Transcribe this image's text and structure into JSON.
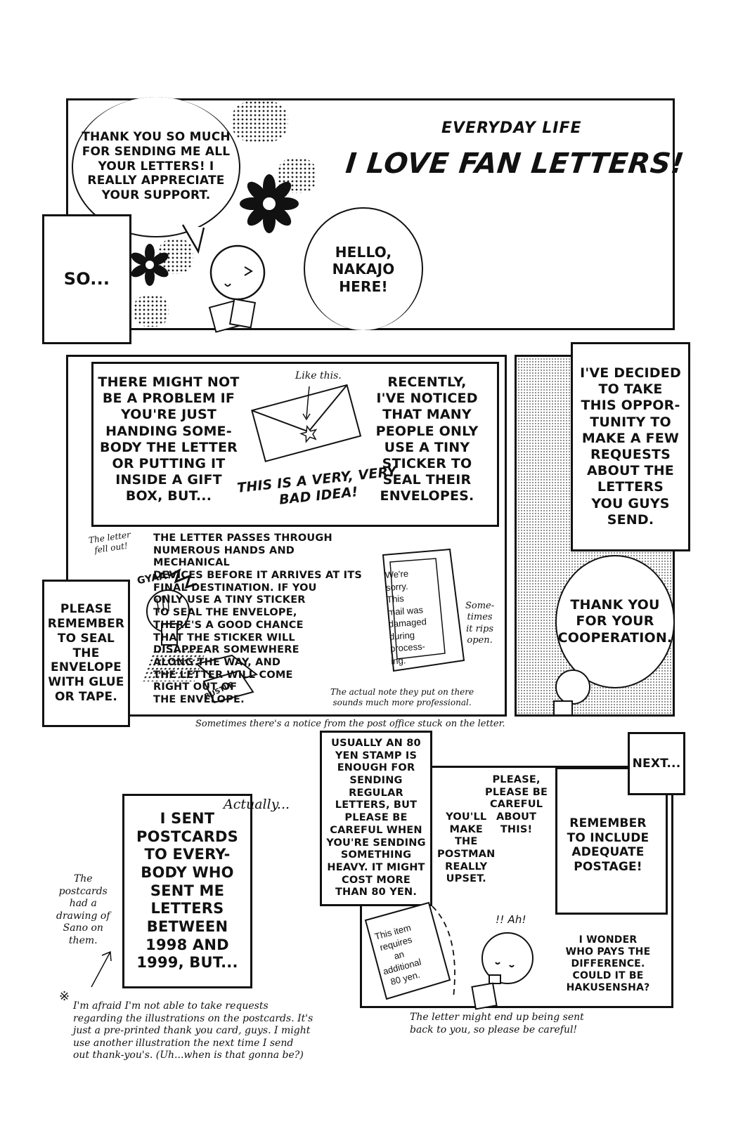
{
  "panel1": {
    "speech_thanks": "THANK YOU SO MUCH\nFOR SENDING ME ALL\nYOUR LETTERS! I\nREALLY APPRECIATE\nYOUR SUPPORT.",
    "title_small": "EVERYDAY LIFE",
    "title_big": "I LOVE FAN LETTERS!",
    "so": "SO...",
    "hello": "HELLO,\nNAKAJO\nHERE!"
  },
  "panel2": {
    "problem_text": "THERE MIGHT NOT\nBE A PROBLEM IF\nYOU'RE JUST\nHANDING SOME-\nBODY THE LETTER\nOR PUTTING IT\nINSIDE A GIFT\nBOX, BUT...",
    "like_this": "Like this.",
    "bad_idea": "THIS IS A VERY, VERY\nBAD IDEA!",
    "recently_text": "RECENTLY,\nI'VE NOTICED\nTHAT MANY\nPEOPLE ONLY\nUSE A TINY\nSTICKER TO\nSEAL THEIR\nENVELOPES.",
    "letter_fell": "The letter\nfell out!",
    "gyaa": "GYAA!",
    "passes_text": "THE LETTER PASSES THROUGH\nNUMEROUS HANDS AND MECHANICAL\nDEVICES BEFORE IT ARRIVES AT ITS\nFINAL DESTINATION. IF YOU\nONLY USE A TINY STICKER\nTO SEAL THE ENVELOPE,\nTHERE'S A GOOD CHANCE\nTHAT THE STICKER WILL\nDISAPPEAR SOMEWHERE\nALONG THE WAY, AND\nTHE LETTER WILL COME\nRIGHT OUT OF\nTHE ENVELOPE.",
    "notice_text": "We're\nsorry.\nThis\nmail was\ndamaged\nduring\nprocess-\ning.",
    "sometimes_rips": "Some-\ntimes\nit rips\nopen.",
    "actual_note": "The actual note they put on there\nsounds much more professional.",
    "rustle": "RUSTLE",
    "please_remember": "PLEASE\nREMEMBER\nTO SEAL\nTHE\nENVELOPE\nWITH GLUE\nOR TAPE.",
    "notice_caption": "Sometimes there's a notice from the post office stuck on the letter."
  },
  "panel3": {
    "decided_text": "I'VE DECIDED\nTO TAKE\nTHIS OPPOR-\nTUNITY TO\nMAKE A FEW\nREQUESTS\nABOUT THE\nLETTERS\nYOU GUYS\nSEND.",
    "thank_coop": "THANK YOU\nFOR YOUR\nCOOPERATION."
  },
  "panel4": {
    "actually": "Actually...",
    "sent_postcards": "I SENT\nPOSTCARDS\nTO EVERY-\nBODY WHO\nSENT ME\nLETTERS\nBETWEEN\n1998 AND\n1999, BUT...",
    "postcards_side": "The\npostcards\nhad a\ndrawing of\nSano on\nthem.",
    "footnote_mark": "※",
    "footnote": "I'm afraid I'm not able to take requests\nregarding the illustrations on the postcards. It's\njust a pre-printed thank you card, guys. I might\nuse another illustration the next time I send\nout thank-you's. (Uh...when is that gonna be?)"
  },
  "panel5": {
    "stamp_text": "USUALLY AN 80\nYEN STAMP IS\nENOUGH FOR\nSENDING REGULAR\nLETTERS, BUT\nPLEASE BE\nCAREFUL WHEN\nYOU'RE SENDING\nSOMETHING\nHEAVY. IT MIGHT\nCOST MORE\nTHAN 80 YEN.",
    "please_careful": "PLEASE,\nPLEASE BE\nCAREFUL\nABOUT\nTHIS!",
    "postman": "YOU'LL\nMAKE\nTHE\nPOSTMAN\nREALLY\nUPSET.",
    "next": "NEXT...",
    "remember_postage": "REMEMBER\nTO INCLUDE\nADEQUATE\nPOSTAGE!",
    "item_requires": "This item\nrequires\nan\nadditional\n80 yen.",
    "ah": "!! Ah!",
    "wonder": "I WONDER\nWHO PAYS THE\nDIFFERENCE.\nCOULD IT BE\nHAKUSENSHA?",
    "sent_back": "The letter might end up being sent\nback to you, so please be careful!"
  }
}
